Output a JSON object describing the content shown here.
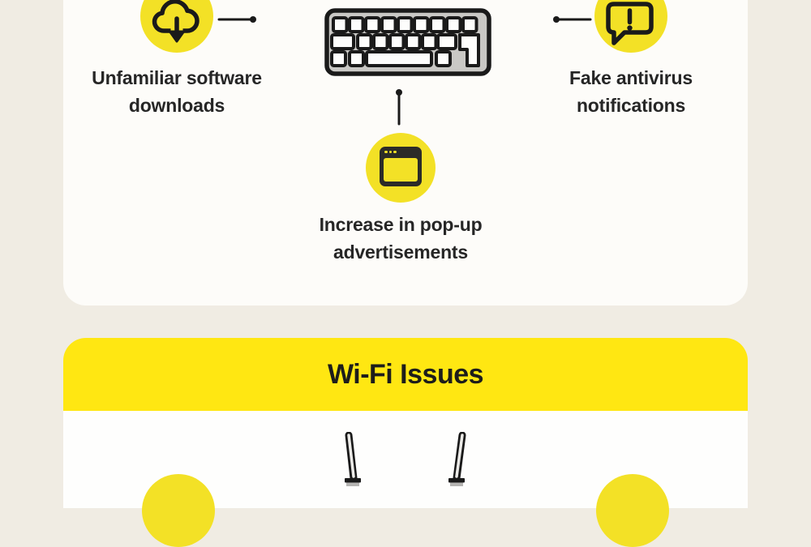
{
  "page": {
    "background_color": "#F0ECE3",
    "card_color": "#FDFCF9",
    "accent_circle_yellow": "#F3E126",
    "banner_yellow": "#FFE712",
    "ink_color": "#1F1F1F",
    "keyboard_gray": "#C9C8C5"
  },
  "malware_section": {
    "center_illustration": "keyboard",
    "items": [
      {
        "icon": "cloud-download-icon",
        "label_line1": "Unfamiliar software",
        "label_line2": "downloads"
      },
      {
        "icon": "alert-speech-bubble-icon",
        "label_line1": "Fake antivirus",
        "label_line2": "notifications"
      },
      {
        "icon": "popup-window-icon",
        "label_line1": "Increase in pop-up",
        "label_line2": "advertisements"
      }
    ]
  },
  "wifi_section": {
    "title": "Wi-Fi Issues",
    "illustration": "wifi-router-antennas"
  }
}
